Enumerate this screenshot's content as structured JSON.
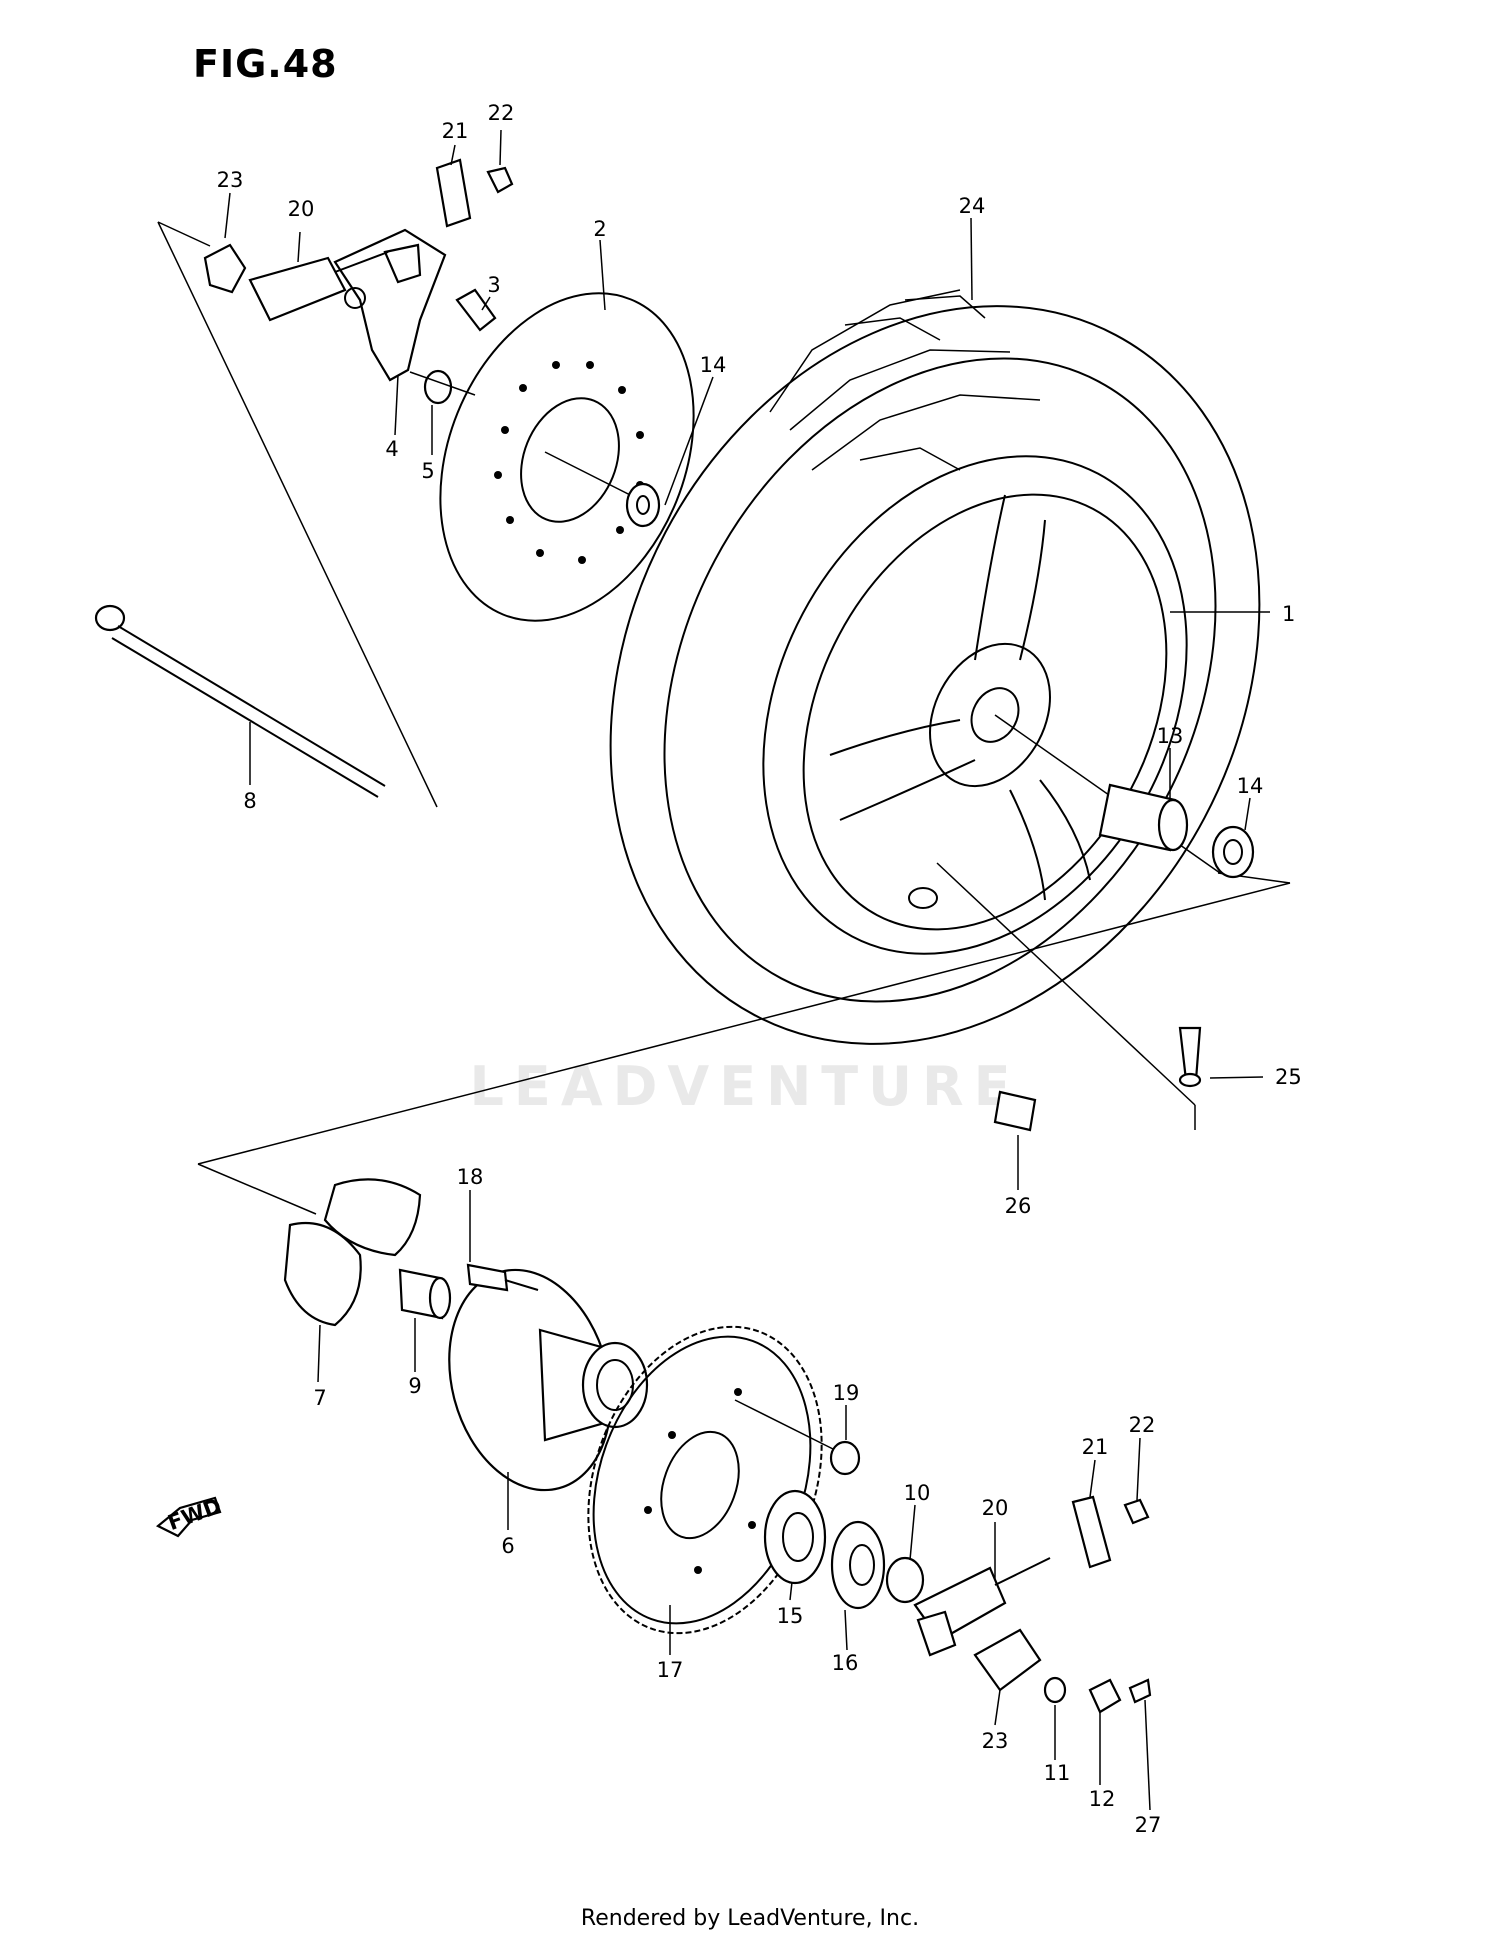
{
  "figure": {
    "title": "FIG.48",
    "footer": "Rendered by LeadVenture, Inc.",
    "watermark": "LEADVENTURE",
    "fwd_arrow_label": "FWD"
  },
  "callouts": [
    {
      "id": "c1",
      "label": "1",
      "part": "rear-wheel"
    },
    {
      "id": "c2",
      "label": "2",
      "part": "brake-disc"
    },
    {
      "id": "c3",
      "label": "3",
      "part": "disc-bolt"
    },
    {
      "id": "c4",
      "label": "4",
      "part": "caliper-bracket"
    },
    {
      "id": "c5",
      "label": "5",
      "part": "spacer-left"
    },
    {
      "id": "c7",
      "label": "7",
      "part": "cush-damper"
    },
    {
      "id": "c8",
      "label": "8",
      "part": "rear-axle"
    },
    {
      "id": "c9",
      "label": "9",
      "part": "drum-spacer"
    },
    {
      "id": "c6",
      "label": "6",
      "part": "sprocket-drum"
    },
    {
      "id": "c10",
      "label": "10",
      "part": "axle-spacer"
    },
    {
      "id": "c11",
      "label": "11",
      "part": "washer"
    },
    {
      "id": "c12",
      "label": "12",
      "part": "castle-nut"
    },
    {
      "id": "c13",
      "label": "13",
      "part": "wheel-spacer"
    },
    {
      "id": "c14a",
      "label": "14",
      "part": "bearing-disc-side"
    },
    {
      "id": "c14b",
      "label": "14",
      "part": "bearing-right"
    },
    {
      "id": "c15",
      "label": "15",
      "part": "drum-bearing"
    },
    {
      "id": "c16",
      "label": "16",
      "part": "oil-seal"
    },
    {
      "id": "c17",
      "label": "17",
      "part": "rear-sprocket"
    },
    {
      "id": "c18",
      "label": "18",
      "part": "sprocket-bolt"
    },
    {
      "id": "c19",
      "label": "19",
      "part": "sprocket-nut"
    },
    {
      "id": "c20a",
      "label": "20",
      "part": "chain-adjuster-left"
    },
    {
      "id": "c20b",
      "label": "20",
      "part": "chain-adjuster-right"
    },
    {
      "id": "c21a",
      "label": "21",
      "part": "adjuster-plate-left"
    },
    {
      "id": "c21b",
      "label": "21",
      "part": "adjuster-plate-right"
    },
    {
      "id": "c22a",
      "label": "22",
      "part": "adjuster-nut-left"
    },
    {
      "id": "c22b",
      "label": "22",
      "part": "adjuster-nut-right"
    },
    {
      "id": "c23a",
      "label": "23",
      "part": "axle-plate-left"
    },
    {
      "id": "c23b",
      "label": "23",
      "part": "axle-plate-right"
    },
    {
      "id": "c24",
      "label": "24",
      "part": "tire"
    },
    {
      "id": "c25",
      "label": "25",
      "part": "valve"
    },
    {
      "id": "c26",
      "label": "26",
      "part": "balancer-weight"
    },
    {
      "id": "c27",
      "label": "27",
      "part": "cotter-pin"
    }
  ]
}
